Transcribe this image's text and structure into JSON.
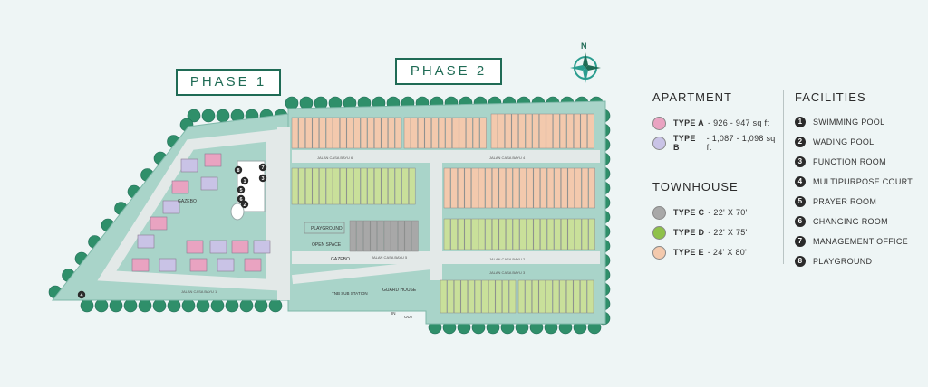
{
  "phases": {
    "phase1": "PHASE 1",
    "phase2": "PHASE 2"
  },
  "compass": {
    "north": "N"
  },
  "map_labels": {
    "playground": "PLAYGROUND",
    "open_space": "OPEN SPACE",
    "gazebo": "GAZEBO",
    "gazebo2": "GAZEBO",
    "guard_house": "GUARD HOUSE",
    "substation": "TNB SUB STATION",
    "in": "IN",
    "out": "OUT",
    "road1": "JALAN CASA BAYU 1",
    "road2": "JALAN CASA BAYU 2",
    "road3": "JALAN CASA BAYU 3",
    "road4": "JALAN CASA BAYU 4",
    "road5": "JALAN CASA BAYU 5",
    "road6": "JALAN CASA BAYU 6",
    "road_phase1": "JALAN CASA BAYU 1"
  },
  "legend": {
    "apartment_title": "APARTMENT",
    "apartment": [
      {
        "type": "TYPE A",
        "size": " - 926 - 947 sq ft",
        "color": "#e9a3c1"
      },
      {
        "type": "TYPE B",
        "size": " - 1,087 - 1,098 sq ft",
        "color": "#c9c3e6"
      }
    ],
    "townhouse_title": "TOWNHOUSE",
    "townhouse": [
      {
        "type": "TYPE C",
        "size": " - 22' X 70'",
        "color": "#a8a8a8"
      },
      {
        "type": "TYPE D",
        "size": " - 22' X 75'",
        "color": "#8fc14a"
      },
      {
        "type": "TYPE E",
        "size": " - 24' X 80'",
        "color": "#f3c9ad"
      }
    ],
    "facilities_title": "FACILITIES",
    "facilities": [
      {
        "num": "1",
        "label": "SWIMMING POOL"
      },
      {
        "num": "2",
        "label": "WADING POOL"
      },
      {
        "num": "3",
        "label": "FUNCTION ROOM"
      },
      {
        "num": "4",
        "label": "MULTIPURPOSE COURT"
      },
      {
        "num": "5",
        "label": "PRAYER ROOM"
      },
      {
        "num": "6",
        "label": "CHANGING ROOM"
      },
      {
        "num": "7",
        "label": "MANAGEMENT OFFICE"
      },
      {
        "num": "8",
        "label": "PLAYGROUND"
      }
    ]
  },
  "colors": {
    "tree": "#2f8f6a",
    "ground": "#a9d4c9",
    "road": "#dfe6e6",
    "accent": "#1f6b55",
    "townhouse_e": "#f3c9ad",
    "townhouse_d": "#c9e09a",
    "townhouse_c": "#a8a8a8"
  }
}
